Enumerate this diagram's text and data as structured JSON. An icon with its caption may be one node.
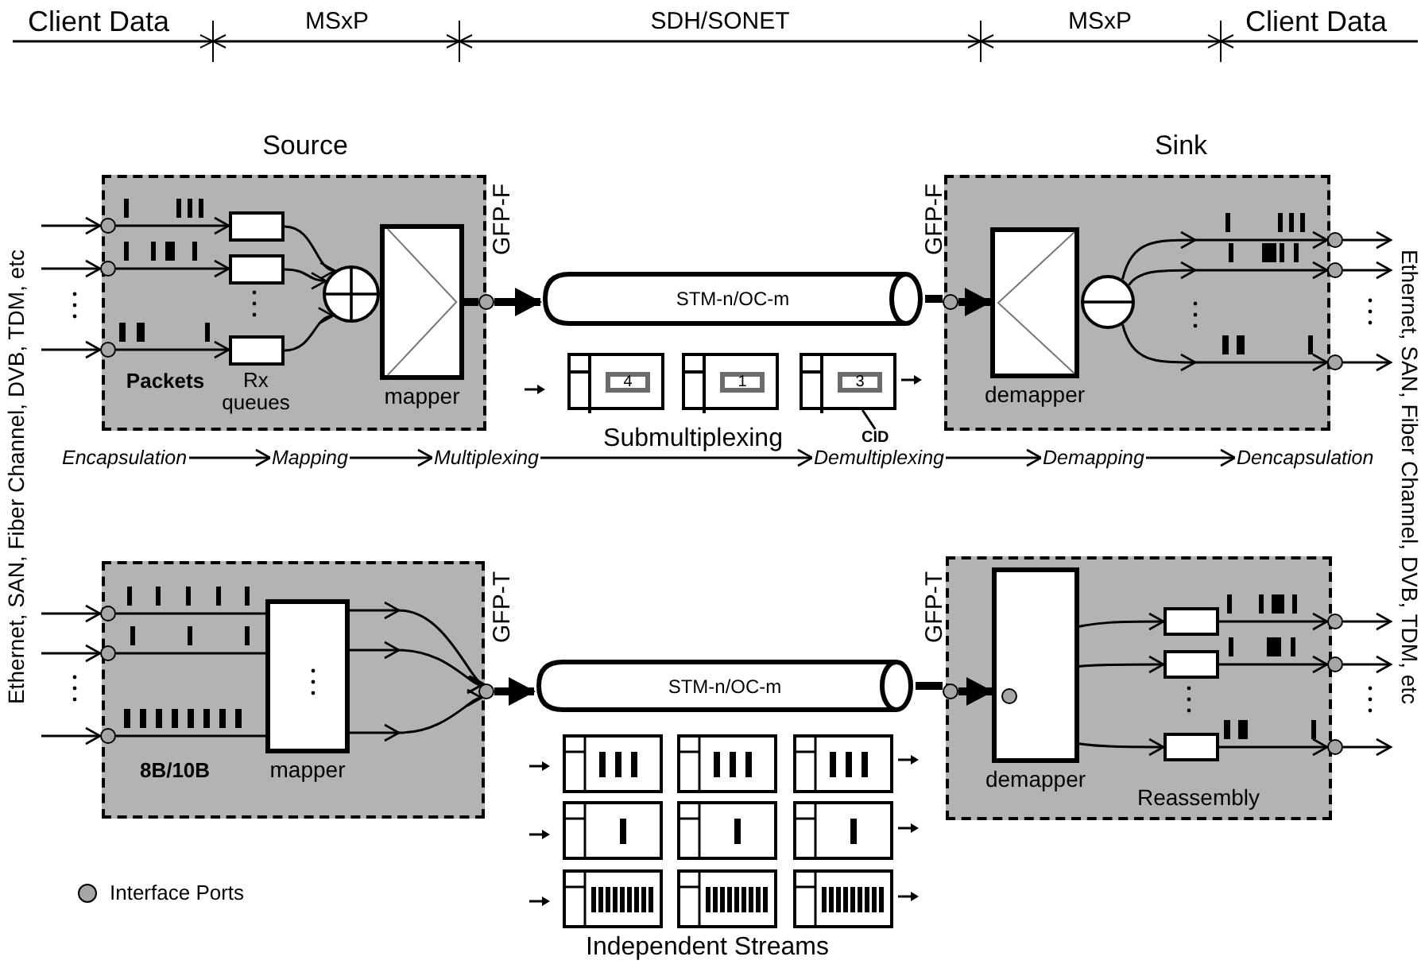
{
  "diagram": {
    "nodes": [
      {
        "text": [
          "Source"
        ],
        "beside": [
          "GFP-F"
        ]
      },
      {
        "text": [],
        "shape": "circle",
        "in": 0
      },
      {
        "text": [],
        "shape": "circle",
        "in": 0
      },
      {
        "text": [],
        "shape": "circle",
        "in": 0
      },
      {
        "text": [],
        "shape": "box",
        "in": 0
      },
      {
        "text": [],
        "shape": "box",
        "in": 0
      },
      {
        "text": [],
        "shape": "box",
        "in": 0
      },
      {
        "text": [],
        "shape": "circle",
        "in": 0
      },
      {
        "text": [
          "mapper"
        ],
        "in": 0
      },
      {
        "text": [],
        "shape": "circle",
        "in": 0
      },
      {
        "text": [
          "STM-n/OC-m"
        ]
      },
      {
        "text": [
          "Sink"
        ],
        "beside": [
          "GFP-F"
        ]
      },
      {
        "text": [],
        "shape": "circle",
        "in": 11
      },
      {
        "text": [
          "demapper"
        ],
        "in": 11
      },
      {
        "text": [],
        "shape": "circle",
        "in": 11
      },
      {
        "text": [],
        "shape": "circle",
        "in": 11
      },
      {
        "text": [],
        "shape": "circle",
        "in": 11
      },
      {
        "text": [],
        "shape": "circle",
        "in": 11
      },
      {
        "text": [],
        "shape": "box",
        "beside": [
          "GFP-T"
        ]
      },
      {
        "text": [],
        "shape": "circle",
        "in": 18
      },
      {
        "text": [],
        "shape": "circle",
        "in": 18
      },
      {
        "text": [],
        "shape": "circle",
        "in": 18
      },
      {
        "text": [
          "mapper"
        ],
        "in": 18
      },
      {
        "text": [],
        "shape": "circle",
        "in": 18
      },
      {
        "text": [
          "STM-n/OC-m"
        ]
      },
      {
        "text": [],
        "shape": "box",
        "beside": [
          "GFP-T"
        ]
      },
      {
        "text": [],
        "shape": "circle",
        "in": 25
      },
      {
        "text": [
          "demapper"
        ],
        "in": 25
      },
      {
        "text": [],
        "shape": "circle",
        "in": 27
      },
      {
        "text": [],
        "shape": "box",
        "in": 25
      },
      {
        "text": [],
        "shape": "box",
        "in": 25
      },
      {
        "text": [],
        "shape": "box",
        "in": 25
      },
      {
        "text": [],
        "shape": "circle",
        "in": 25
      },
      {
        "text": [],
        "shape": "circle",
        "in": 25
      },
      {
        "text": [],
        "shape": "circle",
        "in": 25
      },
      {
        "text": [
          "4"
        ]
      },
      {
        "text": [
          "1"
        ]
      },
      {
        "text": [
          "3"
        ]
      },
      {
        "text": [
          "CID"
        ]
      },
      {
        "text": [
          "Encapsulation"
        ]
      },
      {
        "text": [
          "Mapping"
        ]
      },
      {
        "text": [
          "Multiplexing"
        ]
      },
      {
        "text": [
          "Demultiplexing"
        ]
      },
      {
        "text": [
          "Demapping"
        ]
      },
      {
        "text": [
          "Dencapsulation"
        ]
      },
      {
        "text": [
          "Ethernet, SAN, Fiber Channel, DVB, TDM, etc"
        ]
      },
      {
        "text": [
          "Ethernet, SAN, Fiber Channel, DVB, TDM, etc"
        ]
      }
    ],
    "edges": [
      {
        "from": 45,
        "to": 1,
        "arrow": "to"
      },
      {
        "from": 45,
        "to": 2,
        "arrow": "to"
      },
      {
        "from": 45,
        "to": 3,
        "arrow": "to"
      },
      {
        "from": 1,
        "to": 4,
        "arrow": "to"
      },
      {
        "from": 2,
        "to": 5,
        "arrow": "to"
      },
      {
        "from": 3,
        "to": 6,
        "arrow": "to"
      },
      {
        "from": 4,
        "to": 7,
        "arrow": "to"
      },
      {
        "from": 5,
        "to": 7,
        "arrow": "to"
      },
      {
        "from": 6,
        "to": 7,
        "arrow": "to"
      },
      {
        "from": 8,
        "to": 9,
        "arrow": "none",
        "style": "thick"
      },
      {
        "from": 9,
        "to": 10,
        "arrow": "to",
        "style": "thick"
      },
      {
        "from": 10,
        "to": 12,
        "arrow": "none",
        "style": "thick"
      },
      {
        "from": 12,
        "to": 13,
        "arrow": "to",
        "style": "thick"
      },
      {
        "from": 14,
        "to": 15,
        "arrow": "to"
      },
      {
        "from": 14,
        "to": 16,
        "arrow": "to"
      },
      {
        "from": 14,
        "to": 17,
        "arrow": "to"
      },
      {
        "from": 15,
        "to": 46,
        "arrow": "to"
      },
      {
        "from": 16,
        "to": 46,
        "arrow": "to"
      },
      {
        "from": 17,
        "to": 46,
        "arrow": "to"
      },
      {
        "from": 45,
        "to": 19,
        "arrow": "to"
      },
      {
        "from": 45,
        "to": 20,
        "arrow": "to"
      },
      {
        "from": 45,
        "to": 21,
        "arrow": "to"
      },
      {
        "from": 19,
        "to": 22,
        "arrow": "none"
      },
      {
        "from": 20,
        "to": 22,
        "arrow": "none"
      },
      {
        "from": 21,
        "to": 22,
        "arrow": "none"
      },
      {
        "from": 23,
        "to": 24,
        "arrow": "to",
        "style": "thick"
      },
      {
        "from": 24,
        "to": 26,
        "arrow": "none",
        "style": "thick"
      },
      {
        "from": 26,
        "to": 27,
        "arrow": "to",
        "style": "thick"
      },
      {
        "from": 28,
        "to": 29,
        "arrow": "to"
      },
      {
        "from": 28,
        "to": 30,
        "arrow": "to"
      },
      {
        "from": 28,
        "to": 31,
        "arrow": "to"
      },
      {
        "from": 29,
        "to": 32,
        "arrow": "to"
      },
      {
        "from": 30,
        "to": 33,
        "arrow": "to"
      },
      {
        "from": 31,
        "to": 34,
        "arrow": "to"
      },
      {
        "from": 32,
        "to": 46,
        "arrow": "to"
      },
      {
        "from": 33,
        "to": 46,
        "arrow": "to"
      },
      {
        "from": 34,
        "to": 46,
        "arrow": "to"
      },
      {
        "from": 38,
        "to": 37,
        "arrow": "none"
      },
      {
        "from": 39,
        "to": 40,
        "arrow": "to"
      },
      {
        "from": 40,
        "to": 41,
        "arrow": "to"
      },
      {
        "from": 41,
        "to": 42,
        "arrow": "to"
      },
      {
        "from": 42,
        "to": 43,
        "arrow": "to"
      },
      {
        "from": 43,
        "to": 44,
        "arrow": "to"
      },
      {
        "from": 22,
        "to": 23,
        "arrow": "to"
      },
      {
        "from": 22,
        "to": 23,
        "arrow": "to"
      },
      {
        "from": 22,
        "to": 23,
        "arrow": "to"
      }
    ],
    "labels": [
      "Client Data",
      "MSxP",
      "SDH/SONET",
      "MSxP",
      "Client Data",
      "Packets",
      "Rx queues",
      "Submultiplexing",
      "8B/10B",
      "Reassembly",
      "Independent Streams"
    ],
    "legend": [
      {
        "text": "Interface Ports"
      }
    ]
  }
}
